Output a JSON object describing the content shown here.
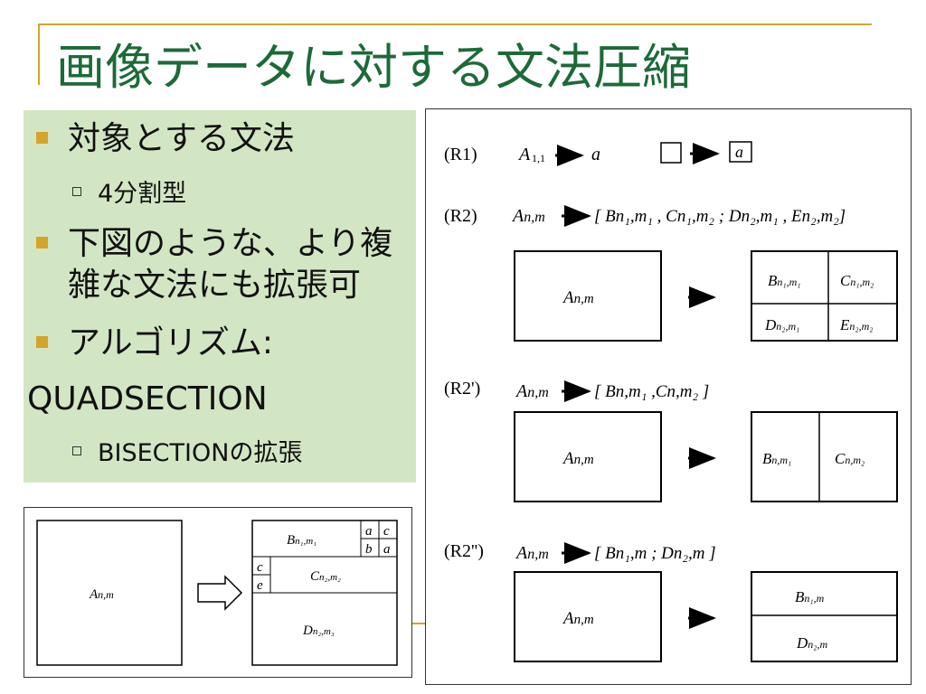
{
  "slide": {
    "title": "画像データに対する文法圧縮"
  },
  "bullets": [
    {
      "text": "対象とする文法"
    },
    {
      "text": "下図のような、より複"
    },
    {
      "text": "雑な文法にも拡張可"
    },
    {
      "text": "アルゴリズム:"
    },
    {
      "text": "QUADSECTION"
    }
  ],
  "sub_bullets": [
    {
      "text": "4分割型"
    },
    {
      "text": "BISECTIONの拡張"
    }
  ],
  "rules": {
    "r1": {
      "label": "(R1)",
      "lhs": "A",
      "lhs_sub": "1,1",
      "rhs": "a",
      "box_rhs": "a"
    },
    "r2": {
      "label": "(R2)",
      "lhs": "A",
      "lhs_sub": "n,m",
      "rhs_text": "[ Bn₁,m₁ , Cn₁,m₂ ; Dn₂,m₁ , En₂,m₂]",
      "cells": [
        "B",
        "C",
        "D",
        "E"
      ],
      "cell_subs": [
        "n₁,m₁",
        "n₁,m₂",
        "n₂,m₁",
        "n₂,m₂"
      ]
    },
    "r2p": {
      "label": "(R2')",
      "lhs": "A",
      "lhs_sub": "n,m",
      "rhs_text": "[ Bn,m₁ ,Cn,m₂ ]",
      "cells": [
        "B",
        "C"
      ],
      "cell_subs": [
        "n,m₁",
        "n,m₂"
      ]
    },
    "r2pp": {
      "label": "(R2'')",
      "lhs": "A",
      "lhs_sub": "n,m",
      "rhs_text": "[ Bn₁,m ; Dn₂,m ]",
      "cells": [
        "B",
        "D"
      ],
      "cell_subs": [
        "n₁,m",
        "n₂,m"
      ]
    },
    "box_label": "A",
    "box_label_sub": "n,m"
  },
  "example": {
    "left_label": "A",
    "left_sub": "n,m",
    "b_label": "B",
    "b_sub": "n₁,m₁",
    "c_label": "C",
    "c_sub": "n₂,m₂",
    "d_label": "D",
    "d_sub": "n₂,m₃",
    "small_cells": [
      "a",
      "c",
      "b",
      "a"
    ],
    "left_small_cells": [
      "c",
      "e"
    ]
  },
  "colors": {
    "title": "#1c6a39",
    "accent": "#d4a52a",
    "panel": "#d3e6c4"
  }
}
